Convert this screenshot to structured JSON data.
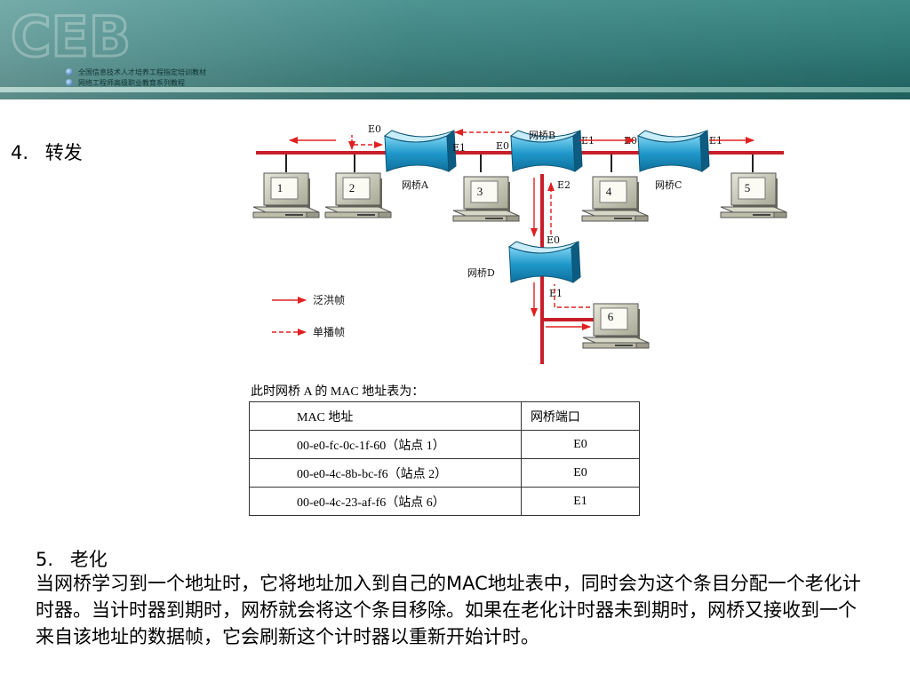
{
  "banner": {
    "logo_text": "CEB",
    "line1": "全国信息技术人才培养工程指定培训教材",
    "line2": "网络工程师高级职业教育系列教程"
  },
  "section4": {
    "number": "4.",
    "title": "转发"
  },
  "diagram": {
    "bridges": [
      {
        "id": "A",
        "label": "网桥A"
      },
      {
        "id": "B",
        "label": "网桥B"
      },
      {
        "id": "C",
        "label": "网桥C"
      },
      {
        "id": "D",
        "label": "网桥D"
      }
    ],
    "hosts": [
      "1",
      "2",
      "3",
      "4",
      "5",
      "6"
    ],
    "port_labels": {
      "a_e0": "E0",
      "a_e1": "E1",
      "b_e0": "E0",
      "b_e1": "E1",
      "b_e2": "E2",
      "c_e0": "E0",
      "c_e1": "E1",
      "d_e0": "E0",
      "d_e1": "E1"
    },
    "legend": {
      "flood": "泛洪帧",
      "unicast": "单播帧",
      "flood_color": "#e02020",
      "unicast_color": "#e02020"
    },
    "colors": {
      "bus": "#c81e2a",
      "bridge": "#1e97c9"
    }
  },
  "mac_table": {
    "caption": "此时网桥 A 的 MAC 地址表为：",
    "headers": [
      "MAC 地址",
      "网桥端口"
    ],
    "rows": [
      [
        "00-e0-fc-0c-1f-60（站点 1）",
        "E0"
      ],
      [
        "00-e0-4c-8b-bc-f6（站点 2）",
        "E0"
      ],
      [
        "00-e0-4c-23-af-f6（站点 6）",
        "E1"
      ]
    ]
  },
  "section5": {
    "number": "5.",
    "title": "老化",
    "body": "当网桥学习到一个地址时，它将地址加入到自己的MAC地址表中，同时会为这个条目分配一个老化计时器。当计时器到期时，网桥就会将这个条目移除。如果在老化计时器未到期时，网桥又接收到一个来自该地址的数据帧，它会刷新这个计时器以重新开始计时。"
  }
}
